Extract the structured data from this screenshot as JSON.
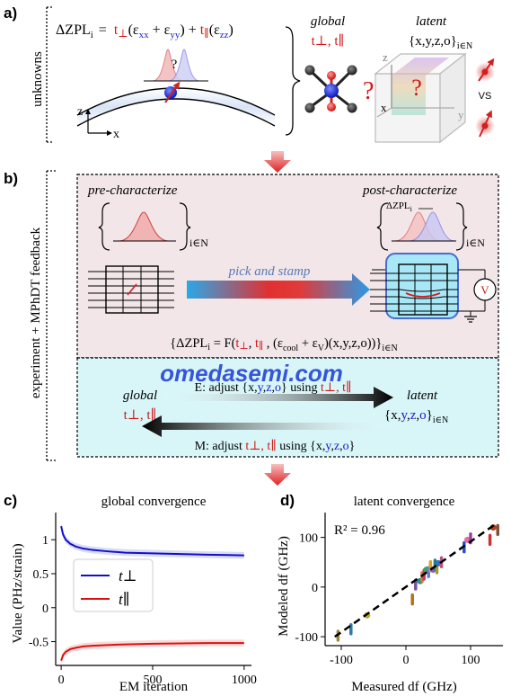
{
  "panel_a": {
    "label": "a)",
    "side_label": "unknowns",
    "equation_lhs": "ΔZPL",
    "equation_sub": "i",
    "equation_rhs_parts": [
      "=",
      "t",
      "⊥",
      "(ε",
      "xx",
      "+",
      "ε",
      "yy",
      ")",
      "+",
      "t",
      "∥",
      "(ε",
      "zz",
      ")"
    ],
    "question_mark": "?",
    "axis_z": "z",
    "axis_x": "x",
    "global_title": "global",
    "global_params": "t⊥, t∥",
    "latent_title": "latent",
    "latent_params": "{x,y,z,o}",
    "latent_sub": "i∈N",
    "vs": "VS",
    "box_axis_z": "z",
    "box_axis_x": "x",
    "box_axis_y": "y"
  },
  "panel_b": {
    "label": "b)",
    "side_label": "experiment + MPhDT feedback",
    "pre_title": "pre-characterize",
    "post_title": "post-characterize",
    "set_sub": "i∈N",
    "dzpl_tag": "ΔZPL",
    "dzpl_tag_sub": "i",
    "pick_stamp": "pick and stamp",
    "voltage": "V",
    "model_equation": "{ΔZPLi = F(t⊥, t∥ , (ε=cool + ε=V)(x,y,z,o))}i∈N",
    "e_step": "E: adjust {x,y,z,o} using t⊥, t∥",
    "m_step": "M: adjust t⊥, t∥ using {x,y,z,o}",
    "global_label": "global",
    "global_params": "t⊥, t∥",
    "latent_label": "latent",
    "latent_params": "{x,y,z,o}",
    "latent_sub": "i∈N",
    "watermark": "omedasemi.com"
  },
  "panel_c": {
    "label": "c)",
    "title": "global convergence",
    "xlabel": "EM iteration",
    "ylabel": "Value (PHz/strain)",
    "legend": [
      "t⊥",
      "t∥"
    ],
    "colors": [
      "#1010cc",
      "#dd1010"
    ]
  },
  "panel_d": {
    "label": "d)",
    "title": "latent convergence",
    "xlabel": "Measured df (GHz)",
    "ylabel": "Modeled df (GHz)",
    "r2": "R² = 0.96"
  },
  "chart_data": [
    {
      "type": "line",
      "title": "global convergence",
      "xlabel": "EM iteration",
      "ylabel": "Value (PHz/strain)",
      "xlim": [
        -30,
        1040
      ],
      "ylim": [
        -0.85,
        1.4
      ],
      "xticks": [
        0,
        500,
        1000
      ],
      "yticks": [
        -0.5,
        0,
        0.5,
        1
      ],
      "ytick_labels": [
        "-0.5",
        "0",
        "0.5",
        "1"
      ],
      "legend_position": "center-left",
      "series": [
        {
          "name": "t⊥",
          "color": "#1010cc",
          "x": [
            0,
            10,
            25,
            50,
            80,
            120,
            170,
            250,
            350,
            500,
            650,
            800,
            1000
          ],
          "y": [
            1.2,
            1.08,
            1.0,
            0.94,
            0.9,
            0.87,
            0.85,
            0.83,
            0.81,
            0.8,
            0.79,
            0.78,
            0.77
          ]
        },
        {
          "name": "t∥",
          "color": "#dd1010",
          "x": [
            0,
            10,
            25,
            50,
            80,
            120,
            170,
            250,
            350,
            500,
            650,
            800,
            1000
          ],
          "y": [
            -0.78,
            -0.7,
            -0.65,
            -0.61,
            -0.59,
            -0.57,
            -0.56,
            -0.55,
            -0.54,
            -0.53,
            -0.525,
            -0.52,
            -0.52
          ]
        }
      ]
    },
    {
      "type": "scatter",
      "title": "latent convergence",
      "xlabel": "Measured df (GHz)",
      "ylabel": "Modeled df (GHz)",
      "xlim": [
        -125,
        150
      ],
      "ylim": [
        -118,
        150
      ],
      "xticks": [
        -100,
        0,
        100
      ],
      "yticks": [
        -100,
        0,
        100
      ],
      "annotation": "R² = 0.96",
      "fit_line": {
        "x": [
          -110,
          140
        ],
        "y": [
          -100,
          128
        ]
      },
      "points": [
        {
          "x": -105,
          "y": -98,
          "c": "#9a8a40"
        },
        {
          "x": -85,
          "y": -85,
          "c": "#2a7ab0"
        },
        {
          "x": -60,
          "y": -57,
          "c": "#b8b020"
        },
        {
          "x": 10,
          "y": -25,
          "c": "#b07020"
        },
        {
          "x": 15,
          "y": 5,
          "c": "#7a50a0"
        },
        {
          "x": 22,
          "y": 12,
          "c": "#2090a0"
        },
        {
          "x": 25,
          "y": 20,
          "c": "#d08030"
        },
        {
          "x": 28,
          "y": 25,
          "c": "#c04060"
        },
        {
          "x": 32,
          "y": 35,
          "c": "#40a060"
        },
        {
          "x": 35,
          "y": 30,
          "c": "#6080d0"
        },
        {
          "x": 38,
          "y": 42,
          "c": "#e0a020"
        },
        {
          "x": 42,
          "y": 35,
          "c": "#9060c0"
        },
        {
          "x": 45,
          "y": 45,
          "c": "#208080"
        },
        {
          "x": 48,
          "y": 38,
          "c": "#a0a030"
        },
        {
          "x": 50,
          "y": 48,
          "c": "#3070c0"
        },
        {
          "x": 55,
          "y": 50,
          "c": "#c05080"
        },
        {
          "x": 90,
          "y": 80,
          "c": "#2050d0"
        },
        {
          "x": 95,
          "y": 95,
          "c": "#e070a0"
        },
        {
          "x": 100,
          "y": 98,
          "c": "#a040a0"
        },
        {
          "x": 130,
          "y": 95,
          "c": "#d03030"
        },
        {
          "x": 135,
          "y": 120,
          "c": "#b04020"
        },
        {
          "x": 142,
          "y": 115,
          "c": "#805030"
        }
      ]
    }
  ]
}
